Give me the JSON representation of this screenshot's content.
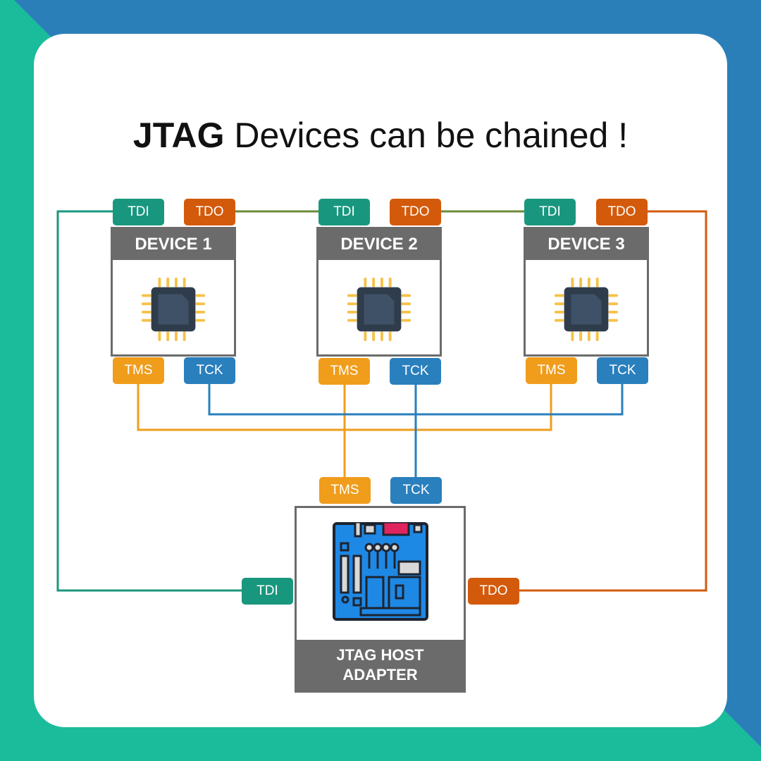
{
  "title": {
    "bold": "JTAG",
    "rest": " Devices can be chained !"
  },
  "colors": {
    "tdi": "#19977e",
    "tdo": "#d35a0b",
    "tms": "#f09d1c",
    "tck": "#2a7fbd",
    "device_gray": "#6b6b6b",
    "bg_teal": "#1bbc9b",
    "bg_blue": "#2b7fb9"
  },
  "devices": [
    {
      "name": "DEVICE 1",
      "pins": {
        "tdi": "TDI",
        "tdo": "TDO",
        "tms": "TMS",
        "tck": "TCK"
      },
      "icon": "chip-icon"
    },
    {
      "name": "DEVICE 2",
      "pins": {
        "tdi": "TDI",
        "tdo": "TDO",
        "tms": "TMS",
        "tck": "TCK"
      },
      "icon": "chip-icon"
    },
    {
      "name": "DEVICE 3",
      "pins": {
        "tdi": "TDI",
        "tdo": "TDO",
        "tms": "TMS",
        "tck": "TCK"
      },
      "icon": "chip-icon"
    }
  ],
  "host": {
    "name_line1": "JTAG HOST",
    "name_line2": "ADAPTER",
    "pins": {
      "tdi": "TDI",
      "tdo": "TDO",
      "tms": "TMS",
      "tck": "TCK"
    },
    "icon": "circuit-board-icon"
  }
}
